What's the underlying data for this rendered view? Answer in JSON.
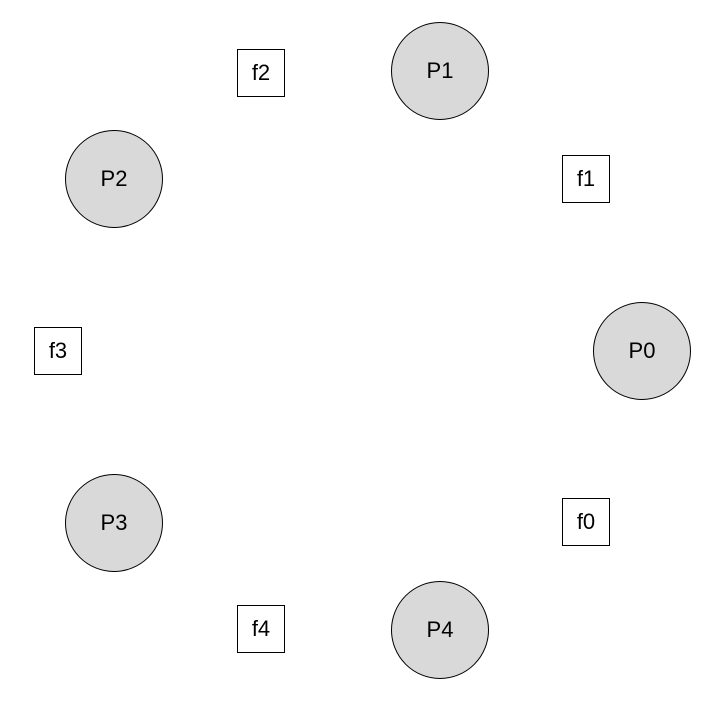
{
  "philosophers": [
    {
      "label": "P0"
    },
    {
      "label": "P1"
    },
    {
      "label": "P2"
    },
    {
      "label": "P3"
    },
    {
      "label": "P4"
    }
  ],
  "forks": [
    {
      "label": "f0"
    },
    {
      "label": "f1"
    },
    {
      "label": "f2"
    },
    {
      "label": "f3"
    },
    {
      "label": "f4"
    }
  ],
  "colors": {
    "philosopher_fill": "#d9d9d9",
    "fork_fill": "#ffffff",
    "stroke": "#000000"
  }
}
